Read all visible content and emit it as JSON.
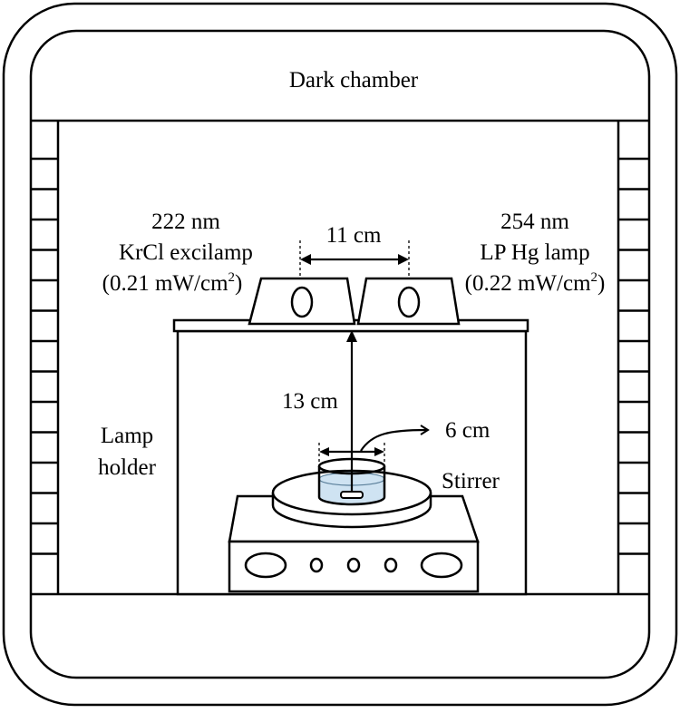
{
  "labels": {
    "dark_chamber": "Dark chamber",
    "lamp_222": {
      "wavelength": "222 nm",
      "name": "KrCl excilamp",
      "irradiance_prefix": "(0.21 mW/cm",
      "irradiance_sup": "2",
      "irradiance_suffix": ")"
    },
    "lamp_254": {
      "wavelength": "254 nm",
      "name": "LP Hg lamp",
      "irradiance_prefix": "(0.22 mW/cm",
      "irradiance_sup": "2",
      "irradiance_suffix": ")"
    },
    "lamp_spacing": "11 cm",
    "lamp_distance": "13 cm",
    "dish_diameter": "6 cm",
    "lamp_holder_line1": "Lamp",
    "lamp_holder_line2": "holder",
    "stirrer": "Stirrer"
  },
  "colors": {
    "line": "#000000",
    "water": "#cfe3f2",
    "background": "#ffffff"
  }
}
